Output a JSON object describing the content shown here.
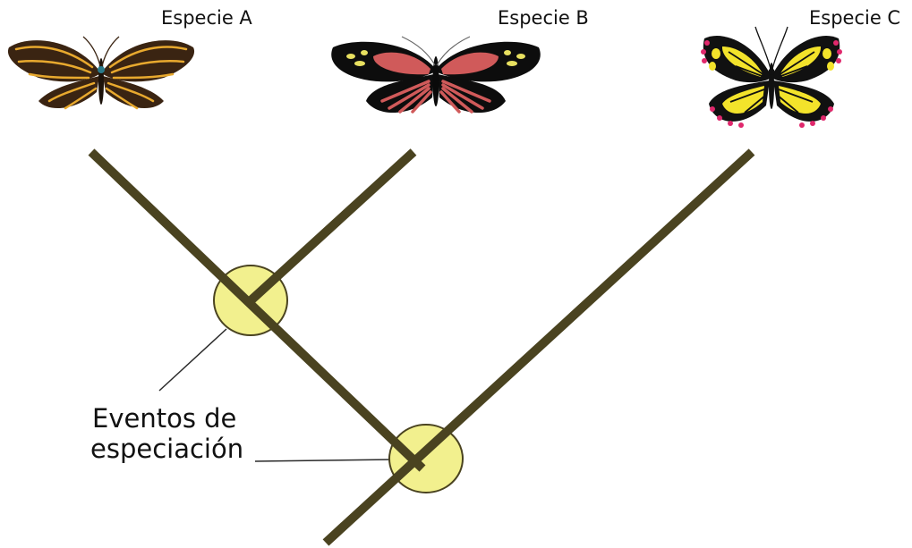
{
  "species": [
    {
      "label": "Especie A",
      "icon": "butterfly-icon"
    },
    {
      "label": "Especie B",
      "icon": "butterfly-icon"
    },
    {
      "label": "Especie C",
      "icon": "butterfly-icon"
    }
  ],
  "annotation": {
    "line1": "Eventos de",
    "line2": "especiación"
  },
  "colors": {
    "branch": "#4a4320",
    "node_fill": "#f2f08e",
    "node_stroke": "#4a4320",
    "butterfly_a_base": "#3a2412",
    "butterfly_a_stripe": "#e8a92e",
    "butterfly_b_base": "#0d0d0d",
    "butterfly_b_red": "#d05a5a",
    "butterfly_b_yellow": "#e8e060",
    "butterfly_c_yellow": "#f3e32b",
    "butterfly_c_black": "#111111",
    "butterfly_c_red": "#e0286c"
  }
}
